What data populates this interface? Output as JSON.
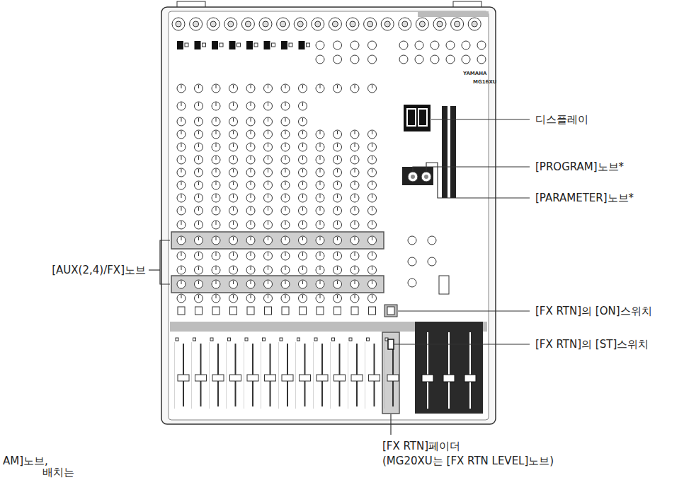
{
  "diagram": {
    "labels": [
      "디스플레이",
      "[PROGRAM]노브*",
      "[PARAMETER]노브*",
      "[AUX(2,4)/FX]노브",
      "[FX RTN]의 [ON]스위치",
      "[FX RTN]의 [ST]스위치",
      "[FX RTN]페이더",
      "(MG20XU는 [FX RTN LEVEL]노브)",
      "AM]노브,",
      "배치는",
      "YAMAHA",
      "MG16XU"
    ]
  }
}
